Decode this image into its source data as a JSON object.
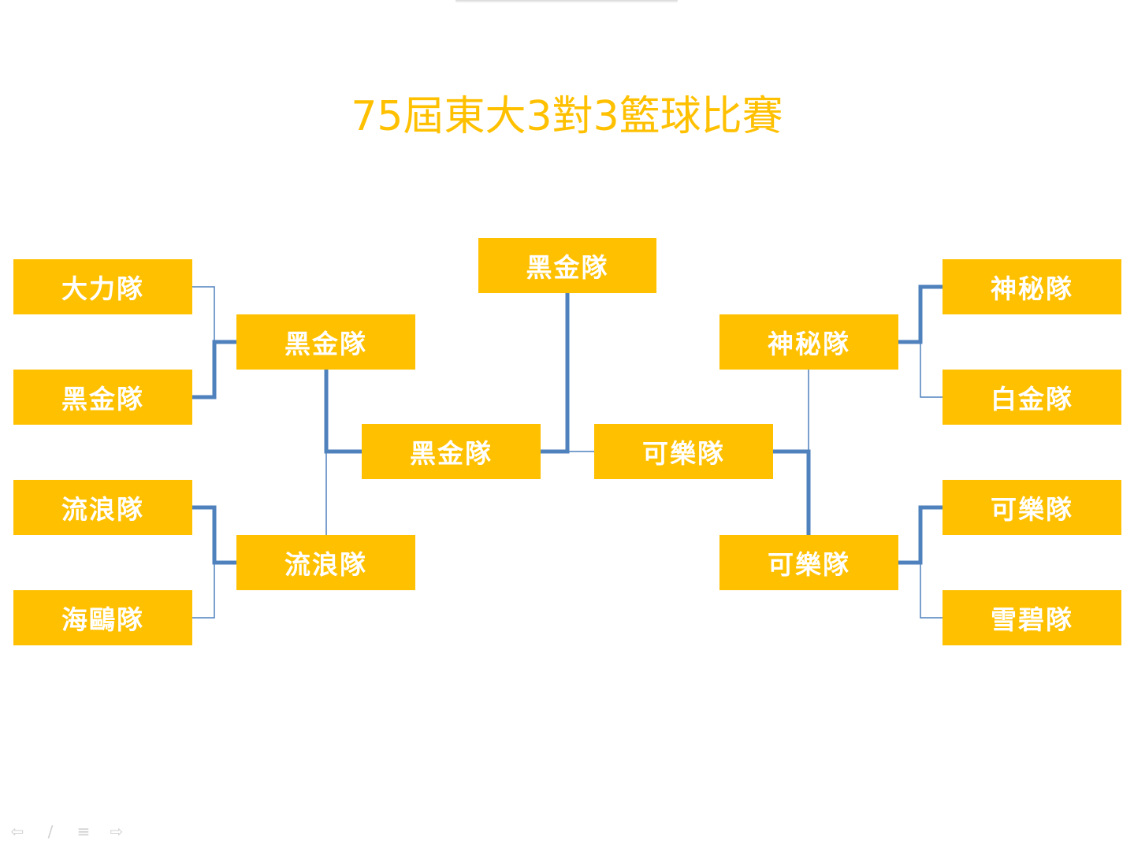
{
  "title": "75屆東大3對3籃球比賽",
  "colors": {
    "box": "#FFC000",
    "text": "#FFFFFF",
    "winner_line": "#4F81BD",
    "loser_line": "#4F81BD"
  },
  "bracket": {
    "left_round1": [
      "大力隊",
      "黑金隊",
      "流浪隊",
      "海鷗隊"
    ],
    "left_round2": [
      "黑金隊",
      "流浪隊"
    ],
    "left_final": "黑金隊",
    "champion": "黑金隊",
    "right_final": "可樂隊",
    "right_round2": [
      "神秘隊",
      "可樂隊"
    ],
    "right_round1": [
      "神秘隊",
      "白金隊",
      "可樂隊",
      "雪碧隊"
    ]
  },
  "nav_icons": [
    "arrow-left-icon",
    "pen-icon",
    "menu-icon",
    "arrow-right-icon"
  ]
}
